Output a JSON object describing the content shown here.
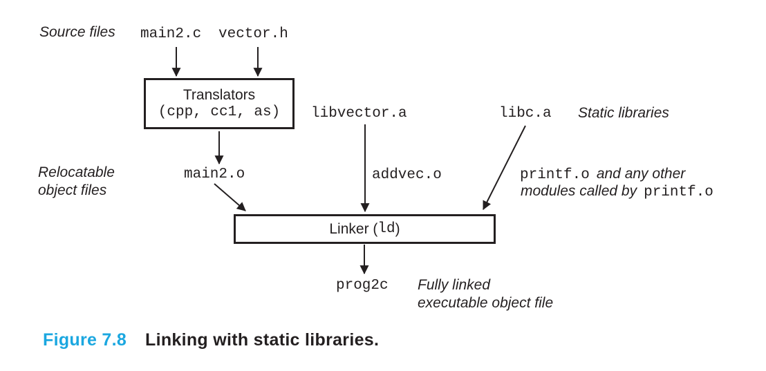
{
  "diagram": {
    "source_files_label": "Source files",
    "source_file_1": "main2.c",
    "source_file_2": "vector.h",
    "translators_box": {
      "line1": "Translators",
      "line2": "(cpp, cc1, as)"
    },
    "libvector": "libvector.a",
    "libc": "libc.a",
    "static_libraries_label": "Static libraries",
    "relocatable_label_line1": "Relocatable",
    "relocatable_label_line2": "object files",
    "main2_o": "main2.o",
    "addvec_o": "addvec.o",
    "printf_line1_code": "printf.o",
    "printf_line1_note": "and any other",
    "printf_line2_note": "modules called by",
    "printf_line2_code": "printf.o",
    "linker_box": {
      "prefix": "Linker (",
      "code": "ld",
      "suffix": ")"
    },
    "prog2c": "prog2c",
    "output_label_line1": "Fully linked",
    "output_label_line2": "executable object file"
  },
  "caption": {
    "figure_number": "Figure 7.8",
    "title": "Linking with static libraries."
  },
  "colors": {
    "figure_number_blue": "#1ba7e0",
    "ink": "#231f20"
  }
}
